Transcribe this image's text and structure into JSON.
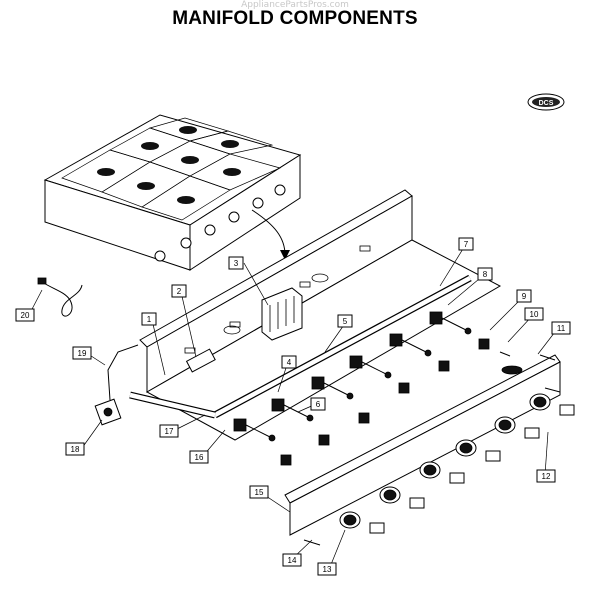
{
  "header": {
    "title": "MANIFOLD COMPONENTS",
    "watermark": "AppliancePartsPros.com"
  },
  "callouts": [
    {
      "num": "1"
    },
    {
      "num": "2"
    },
    {
      "num": "3"
    },
    {
      "num": "4"
    },
    {
      "num": "5"
    },
    {
      "num": "6"
    },
    {
      "num": "7"
    },
    {
      "num": "8"
    },
    {
      "num": "9"
    },
    {
      "num": "10"
    },
    {
      "num": "11"
    },
    {
      "num": "12"
    },
    {
      "num": "13"
    },
    {
      "num": "14"
    },
    {
      "num": "15"
    },
    {
      "num": "16"
    },
    {
      "num": "17"
    },
    {
      "num": "18"
    },
    {
      "num": "19"
    },
    {
      "num": "20"
    }
  ],
  "logo": {
    "text": "DCS"
  }
}
